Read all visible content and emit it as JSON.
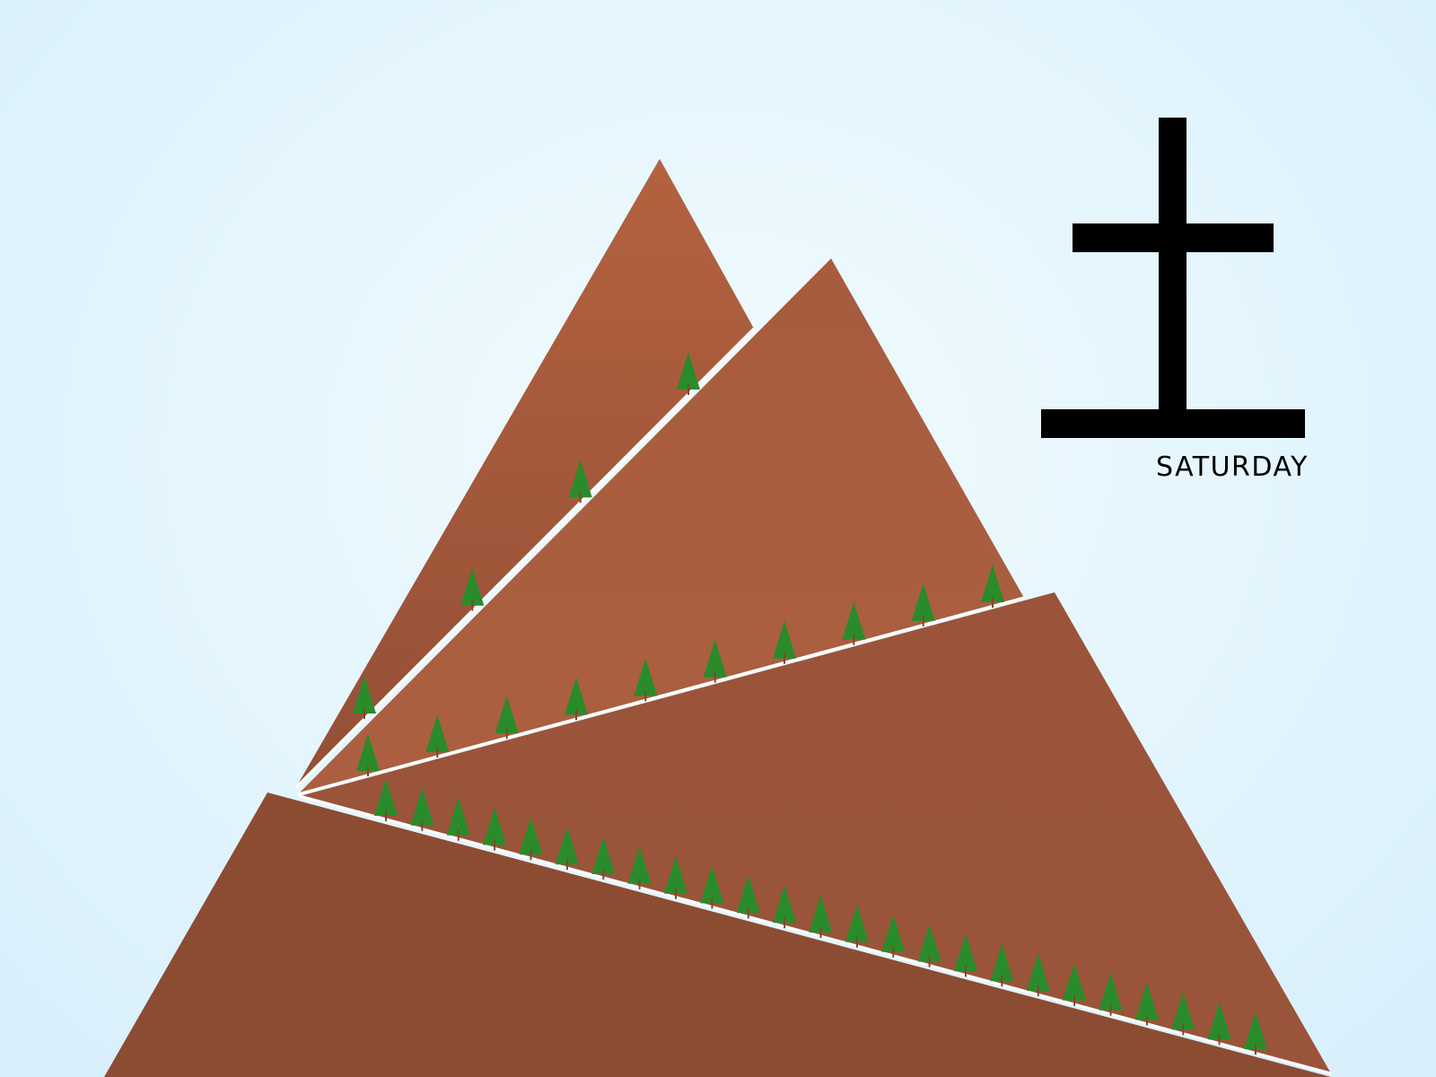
{
  "background": {
    "sky_center_color": "#f1fbfd",
    "sky_edge_color": "#d7effc"
  },
  "colors": {
    "mountain_back": "#a55e3f",
    "mountain_middle": "#a85d3f",
    "mountain_front": "#9a5439",
    "foreground_ridge": "#8c4c32",
    "ridge_line": "#ffffff",
    "tree_crown": "#2a8b2a",
    "tree_trunk": "#7a4a2e",
    "kanji": "#000000"
  },
  "icons": {
    "tree": "pine-tree-icon",
    "kanji": "kanji-earth-glyph"
  },
  "kanji_card": {
    "glyph_name": "土",
    "label": "SATURDAY"
  }
}
